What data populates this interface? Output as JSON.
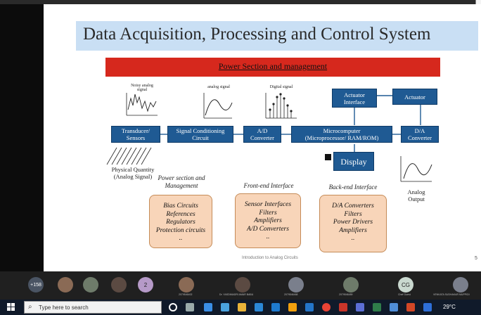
{
  "slide": {
    "title": "Data Acquisition, Processing and Control System",
    "banner": "Power Section and management",
    "signals": {
      "noisy_1": "Noisy analog",
      "noisy_2": "signal",
      "analog": "analog signal",
      "digital": "Digital signal"
    },
    "blocks": {
      "transducer_1": "Transducer/",
      "transducer_2": "Sensors",
      "signal_cond_1": "Signal Conditioning",
      "signal_cond_2": "Circuit",
      "ad_1": "A/D",
      "ad_2": "Converter",
      "micro_1": "Microcomputer",
      "micro_2": "(Microprocessor/ RAM/ROM)",
      "act_iface_1": "Actuator",
      "act_iface_2": "Interface",
      "actuator": "Actuator",
      "da_1": "D/A",
      "da_2": "Converter",
      "display": "Display"
    },
    "physical_1": "Physical Quantity",
    "physical_2": "(Analog Signal)",
    "analog_out_1": "Analog",
    "analog_out_2": "Output",
    "sections": {
      "power_head_1": "Power section and",
      "power_head_2": "Management",
      "front_head": "Front-end Interface",
      "back_head": "Back-end Interface"
    },
    "power_items": [
      "Bias Circuits",
      "References",
      "Regulators",
      "Protection circuits",
      ".."
    ],
    "front_items": [
      "Sensor Interfaces",
      "Filters",
      "Amplifiers",
      "A/D Converters",
      ".."
    ],
    "back_items": [
      "D/A Converters",
      "Filters",
      "Power Drivers",
      "Amplifiers",
      ".."
    ],
    "footer": "Introduction to Analog Circuits",
    "page": "5"
  },
  "participants": {
    "count_badge": "+158",
    "small_badge": "2",
    "cg": "CG",
    "names": [
      "2079546402",
      "Dr. YASDIMADRI AMAR BABU",
      "2079546468",
      "2079546489",
      "Chef Guest",
      "VENKATA SUDHAKAR MUPPIDI"
    ]
  },
  "taskbar": {
    "search_placeholder": "Type here to search",
    "weather": "29°C"
  },
  "colors": {
    "block": "#1f5a93",
    "banner": "#d6281d",
    "title_bar": "#c9dff4",
    "peach": "#f8d5b9"
  }
}
